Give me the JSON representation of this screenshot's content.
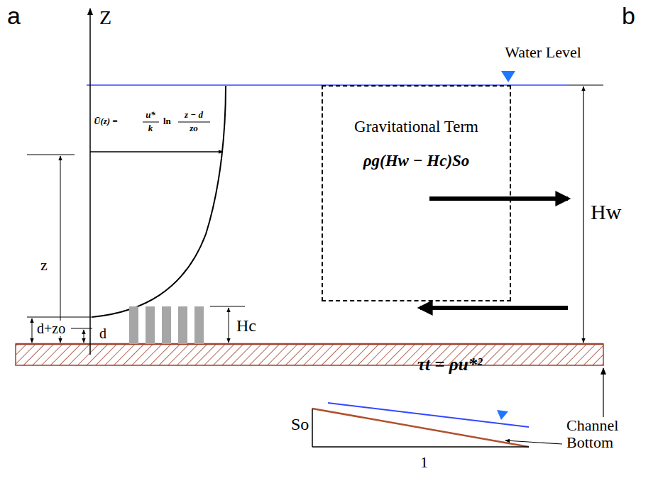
{
  "diagram": {
    "nodes": [
      {
        "text": [
          "Gravitational Term",
          "ρg(Hw − Hc)So"
        ]
      }
    ],
    "labels": [
      "a",
      "b",
      "Z",
      "Water Level",
      "Ū(z) =",
      "u*",
      "k",
      "ln",
      "z − d",
      "zo",
      "z",
      "d+zo",
      "d",
      "Hc",
      "τt = ρu*²",
      "Hw",
      "So",
      "1",
      "Channel Bottom"
    ]
  }
}
